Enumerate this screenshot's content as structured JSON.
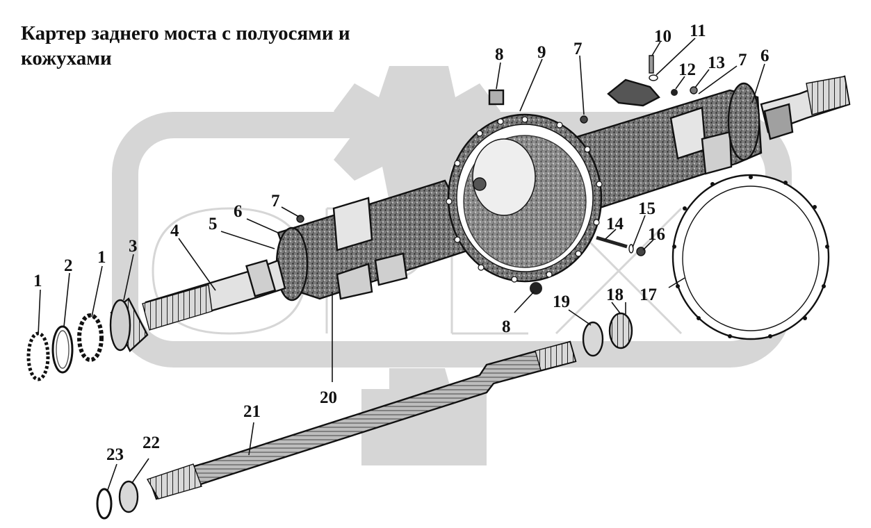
{
  "title": {
    "line1": "Картер заднего моста с полуосями и",
    "line2": "кожухами"
  },
  "colors": {
    "watermark": "#cfcfcf",
    "ink": "#111111",
    "casting": "#5a5a5a",
    "paper": "#ffffff"
  },
  "callouts": {
    "c1a": "1",
    "c2": "2",
    "c1b": "1",
    "c3": "3",
    "c4": "4",
    "c5": "5",
    "c6a": "6",
    "c7a": "7",
    "c8a": "8",
    "c9": "9",
    "c7b": "7",
    "c10": "10",
    "c11": "11",
    "c12": "12",
    "c13": "13",
    "c7c": "7",
    "c6b": "6",
    "c14": "14",
    "c15": "15",
    "c16": "16",
    "c17": "17",
    "c18": "18",
    "c19": "19",
    "c8b": "8",
    "c20": "20",
    "c21": "21",
    "c22": "22",
    "c23": "23"
  }
}
